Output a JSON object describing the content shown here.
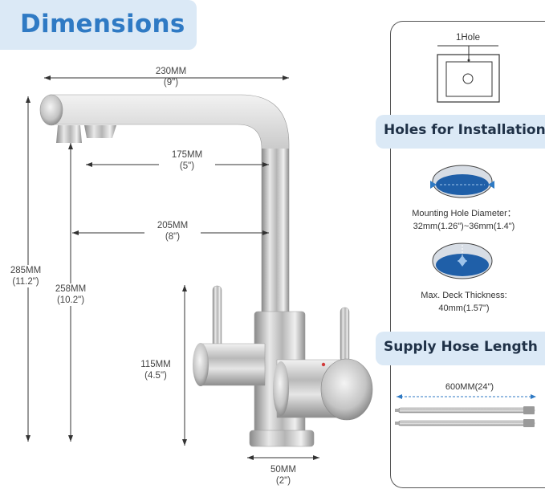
{
  "title": "Dimensions",
  "dims": {
    "d230": {
      "mm": "230MM",
      "inch": "(9\")"
    },
    "d175": {
      "mm": "175MM",
      "inch": "(5\")"
    },
    "d205": {
      "mm": "205MM",
      "inch": "(8\")"
    },
    "d285": {
      "mm": "285MM",
      "inch": "(11.2\")"
    },
    "d258": {
      "mm": "258MM",
      "inch": "(10.2\")"
    },
    "d115": {
      "mm": "115MM",
      "inch": "(4.5\")"
    },
    "d50": {
      "mm": "50MM",
      "inch": "(2\")"
    }
  },
  "sidebar": {
    "hole_label": "1Hole",
    "holes_heading": "Holes for Installation",
    "mount_label": "Mounting Hole Diameter：",
    "mount_value": "32mm(1.26\")~36mm(1.4\")",
    "deck_label": "Max. Deck Thickness:",
    "deck_value": "40mm(1.57\")",
    "hose_heading": "Supply Hose Length",
    "hose_value": "600MM(24\")"
  },
  "colors": {
    "accent": "#2f7ac4",
    "heading_bg": "#dbe9f6",
    "hole_blue": "#1f5fa8"
  }
}
